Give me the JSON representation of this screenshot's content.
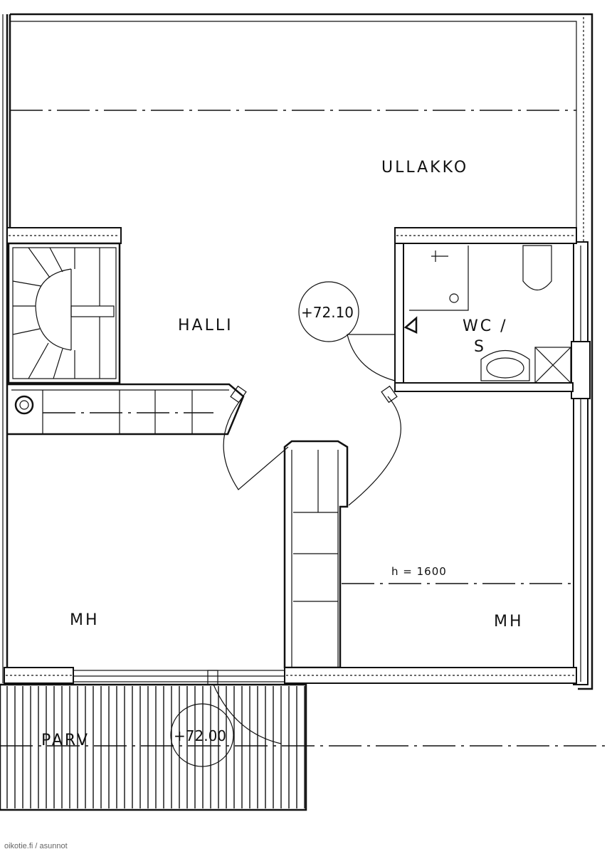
{
  "rooms": {
    "ullakko": "ULLAKKO",
    "halli": "HALLI",
    "wc": "WC /",
    "wc_s": "S",
    "mh_left": "MH",
    "mh_right": "MH",
    "parv": "PARV"
  },
  "levels": {
    "upper": "+72.10",
    "balcony": "+72.00"
  },
  "dimensions": {
    "height_note": "h = 1600"
  },
  "watermark": "oikotie.fi / asunnot"
}
